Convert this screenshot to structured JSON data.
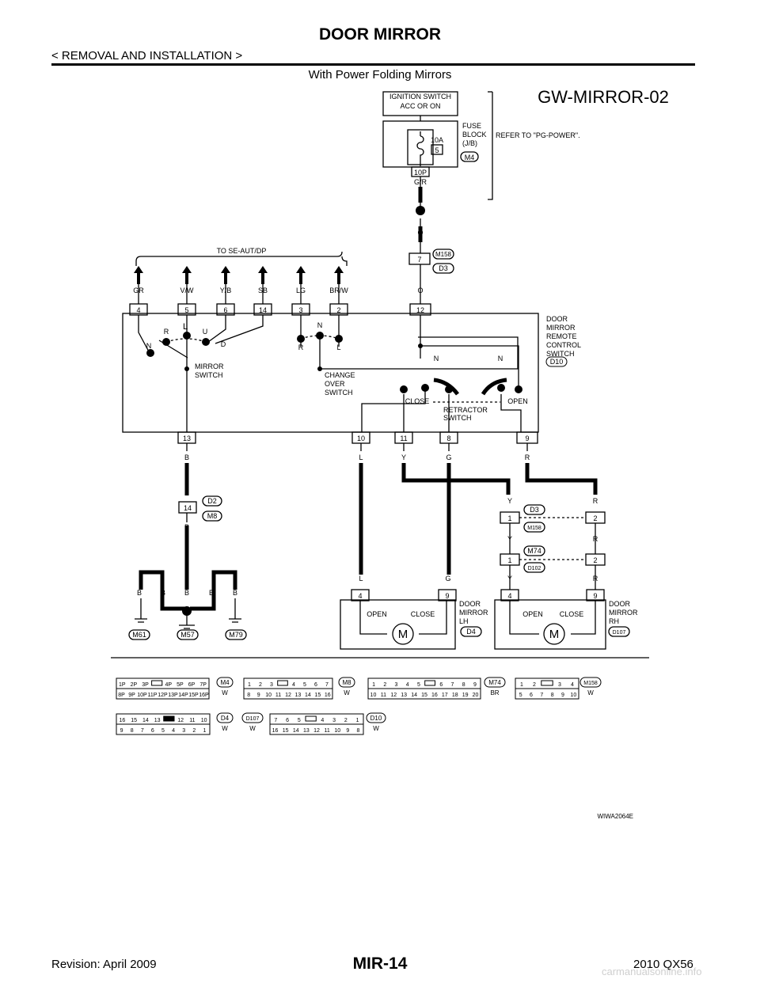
{
  "header": {
    "title": "DOOR MIRROR",
    "subtitle": "< REMOVAL AND INSTALLATION >",
    "caption": "With Power Folding Mirrors"
  },
  "diagram": {
    "id": "GW-MIRROR-02",
    "ign": [
      "IGNITION SWITCH",
      "ACC OR ON"
    ],
    "fuse": {
      "amp": "10A",
      "num": "5",
      "pin": "10P",
      "label": [
        "FUSE",
        "BLOCK",
        "(J/B)"
      ],
      "conn": "M4"
    },
    "refer": "REFER TO \"PG-POWER\".",
    "colors": {
      "gr_top": "G/R",
      "o1": "O",
      "o2": "O",
      "b1": "B",
      "b2": "B"
    },
    "m158_conn": "M158",
    "m158_pin": "7",
    "d3_conn": "D3",
    "to_se": "TO SE-AUT/DP",
    "top_wires": [
      {
        "color": "GR",
        "pin": "4"
      },
      {
        "color": "V/W",
        "pin": "5"
      },
      {
        "color": "Y/B",
        "pin": "6"
      },
      {
        "color": "SB",
        "pin": "14"
      },
      {
        "color": "LG",
        "pin": "3"
      },
      {
        "color": "BR/W",
        "pin": "2"
      }
    ],
    "pin12": "12",
    "ctrl_label": [
      "DOOR",
      "MIRROR",
      "REMOTE",
      "CONTROL",
      "SWITCH"
    ],
    "ctrl_conn": "D10",
    "sw": {
      "r": "R",
      "l": "L",
      "u": "U",
      "n": "N",
      "d": "D",
      "n2": "N",
      "r2": "R",
      "l2": "L",
      "na": "N",
      "nb": "N",
      "close": "CLOSE",
      "open": "OPEN",
      "mirror": [
        "MIRROR",
        "SWITCH"
      ],
      "change": [
        "CHANGE",
        "OVER",
        "SWITCH"
      ],
      "retr": [
        "RETRACTOR",
        "SWITCH"
      ]
    },
    "bottom_pins": [
      {
        "pin": "13",
        "color": "B"
      },
      {
        "pin": "10",
        "color": "L"
      },
      {
        "pin": "11",
        "color": "Y"
      },
      {
        "pin": "8",
        "color": "G"
      },
      {
        "pin": "9",
        "color": "R"
      }
    ],
    "d2_pin": "14",
    "d2_conn": "D2",
    "m8_conn": "M8",
    "row1": {
      "y": "Y",
      "d3": "D3",
      "pin1": "1",
      "pin2": "2",
      "r": "R",
      "m158": "M158"
    },
    "row2": {
      "y": "Y",
      "m74": "M74",
      "pin1": "1",
      "pin2": "2",
      "r": "R",
      "d102": "D102",
      "y2": "Y",
      "r2": "R"
    },
    "lh": {
      "l": "L",
      "g": "G",
      "pin_a": "4",
      "pin_b": "9",
      "open": "OPEN",
      "close": "CLOSE",
      "m": "M",
      "label": [
        "DOOR",
        "MIRROR",
        "LH"
      ],
      "conn": "D4"
    },
    "rh": {
      "pin_a": "4",
      "pin_b": "9",
      "open": "OPEN",
      "close": "CLOSE",
      "m": "M",
      "label": [
        "DOOR",
        "MIRROR",
        "RH"
      ],
      "conn": "D107"
    },
    "grounds": {
      "wires": [
        "B",
        "B",
        "B",
        "B",
        "B"
      ],
      "g1": "M61",
      "g2": "M57",
      "g3": "M79"
    },
    "connectors": {
      "m4": {
        "top": [
          "1P",
          "2P",
          "3P",
          "",
          "4P",
          "5P",
          "6P",
          "7P"
        ],
        "bot": [
          "8P",
          "9P",
          "10P",
          "11P",
          "12P",
          "13P",
          "14P",
          "15P",
          "16P"
        ],
        "name": "M4",
        "color": "W"
      },
      "m8": {
        "top": [
          "1",
          "2",
          "3",
          "",
          "4",
          "5",
          "6",
          "7"
        ],
        "bot": [
          "8",
          "9",
          "10",
          "11",
          "12",
          "13",
          "14",
          "15",
          "16"
        ],
        "name": "M8",
        "color": "W"
      },
      "m74": {
        "top": [
          "1",
          "2",
          "3",
          "4",
          "5",
          "",
          "6",
          "7",
          "8",
          "9"
        ],
        "bot": [
          "10",
          "11",
          "12",
          "13",
          "14",
          "15",
          "16",
          "17",
          "18",
          "19",
          "20"
        ],
        "name": "M74",
        "color": "BR"
      },
      "m158": {
        "top": [
          "1",
          "2",
          "",
          "3",
          "4"
        ],
        "bot": [
          "5",
          "6",
          "7",
          "8",
          "9",
          "10"
        ],
        "name": "M158",
        "color": "W"
      },
      "d4": {
        "top": [
          "16",
          "15",
          "14",
          "13",
          "",
          "12",
          "11",
          "10"
        ],
        "bot": [
          "9",
          "8",
          "7",
          "6",
          "5",
          "4",
          "3",
          "2",
          "1"
        ],
        "name": "D4",
        "color": "W"
      },
      "d107": {
        "name": "D107",
        "color": "W"
      },
      "d10": {
        "top": [
          "7",
          "6",
          "5",
          "",
          "4",
          "3",
          "2",
          "1"
        ],
        "bot": [
          "16",
          "15",
          "14",
          "13",
          "12",
          "11",
          "10",
          "9",
          "8"
        ],
        "name": "D10",
        "color": "W"
      }
    },
    "ref_code": "WIWA2064E"
  },
  "footer": {
    "revision": "Revision: April 2009",
    "page": "MIR-14",
    "model": "2010 QX56",
    "watermark": "carmanualsonline.info"
  }
}
